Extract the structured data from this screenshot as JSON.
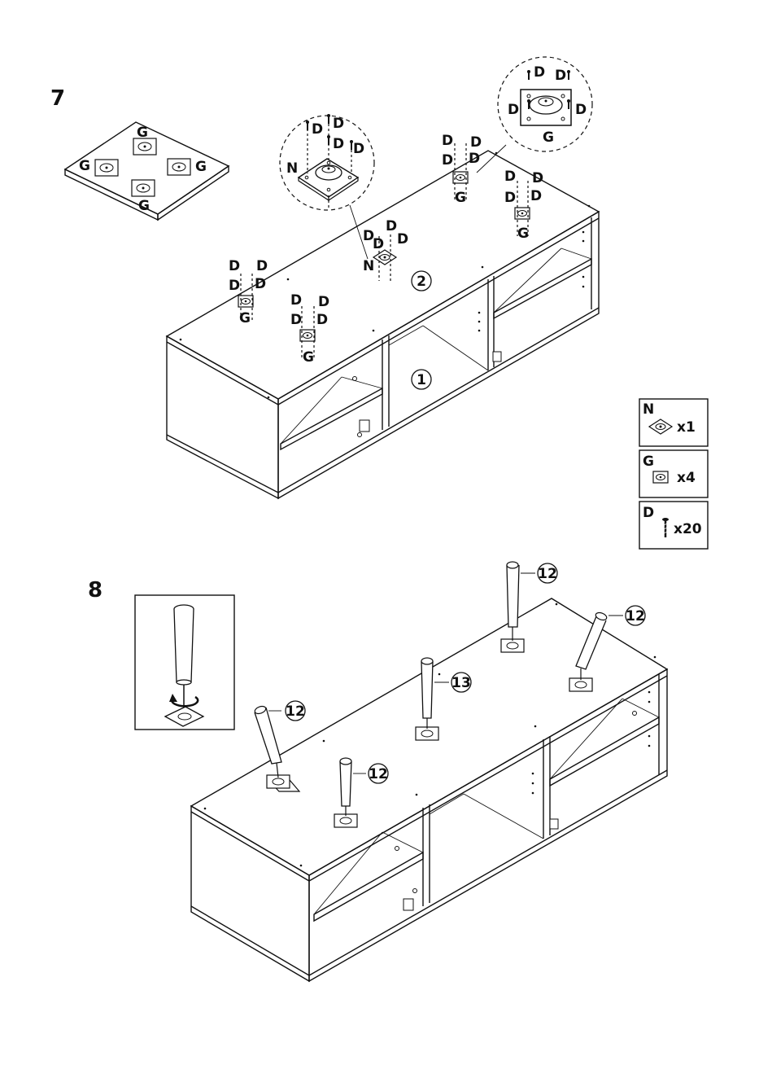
{
  "steps": [
    {
      "number": "7"
    },
    {
      "number": "8"
    }
  ],
  "step7": {
    "plate_labels": [
      "G",
      "G",
      "G",
      "G"
    ],
    "screw_label": "D",
    "plate_n_label": "N",
    "plate_g_label": "G",
    "panel_numbers": [
      "1",
      "2"
    ]
  },
  "legend": [
    {
      "letter": "N",
      "qty": "x1",
      "icon": "mounting-plate-icon"
    },
    {
      "letter": "G",
      "qty": "x4",
      "icon": "mounting-plate-icon"
    },
    {
      "letter": "D",
      "qty": "x20",
      "icon": "screw-icon"
    }
  ],
  "step8": {
    "leg_parts": [
      "12",
      "12",
      "13",
      "12",
      "12"
    ]
  }
}
